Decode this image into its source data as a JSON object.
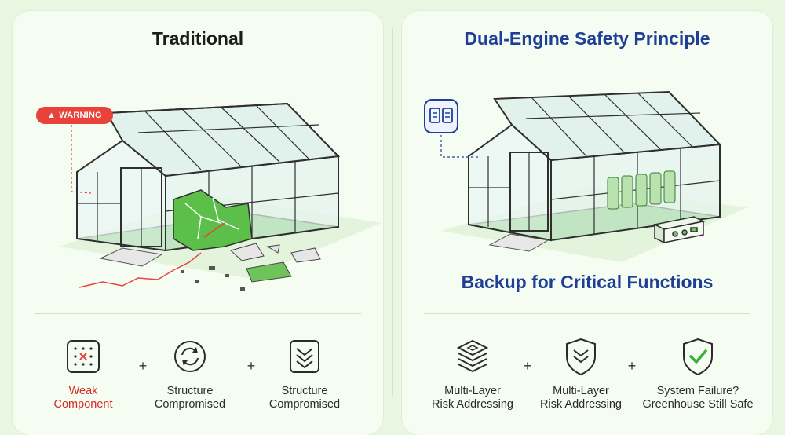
{
  "left_panel": {
    "title": "Traditional",
    "warning": "WARNING",
    "features": [
      {
        "label_line1": "Weak",
        "label_line2": "Component",
        "icon": "grid-dots-icon"
      },
      {
        "label_line1": "Structure",
        "label_line2": "Compromised",
        "icon": "cycle-arrows-icon"
      },
      {
        "label_line1": "Structure",
        "label_line2": "Compromised",
        "icon": "shield-chevron-down-icon"
      }
    ],
    "plus": "+"
  },
  "right_panel": {
    "title": "Dual-Engine Safety Principle",
    "subtitle": "Backup for Critical Functions",
    "features": [
      {
        "label_line1": "Multi-Layer",
        "label_line2": "Risk Addressing",
        "icon": "stacked-layers-icon"
      },
      {
        "label_line1": "Multi-Layer",
        "label_line2": "Risk Addressing",
        "icon": "shield-chevron-down-icon"
      },
      {
        "label_line1": "System Failure?",
        "label_line2": "Greenhouse Still Safe",
        "icon": "shield-check-icon"
      }
    ],
    "plus": "+"
  },
  "colors": {
    "accent_green": "#5cbf4a",
    "warning_red": "#e8423b",
    "brand_blue": "#1f3f96",
    "panel_bg": "#f5fcf1"
  }
}
